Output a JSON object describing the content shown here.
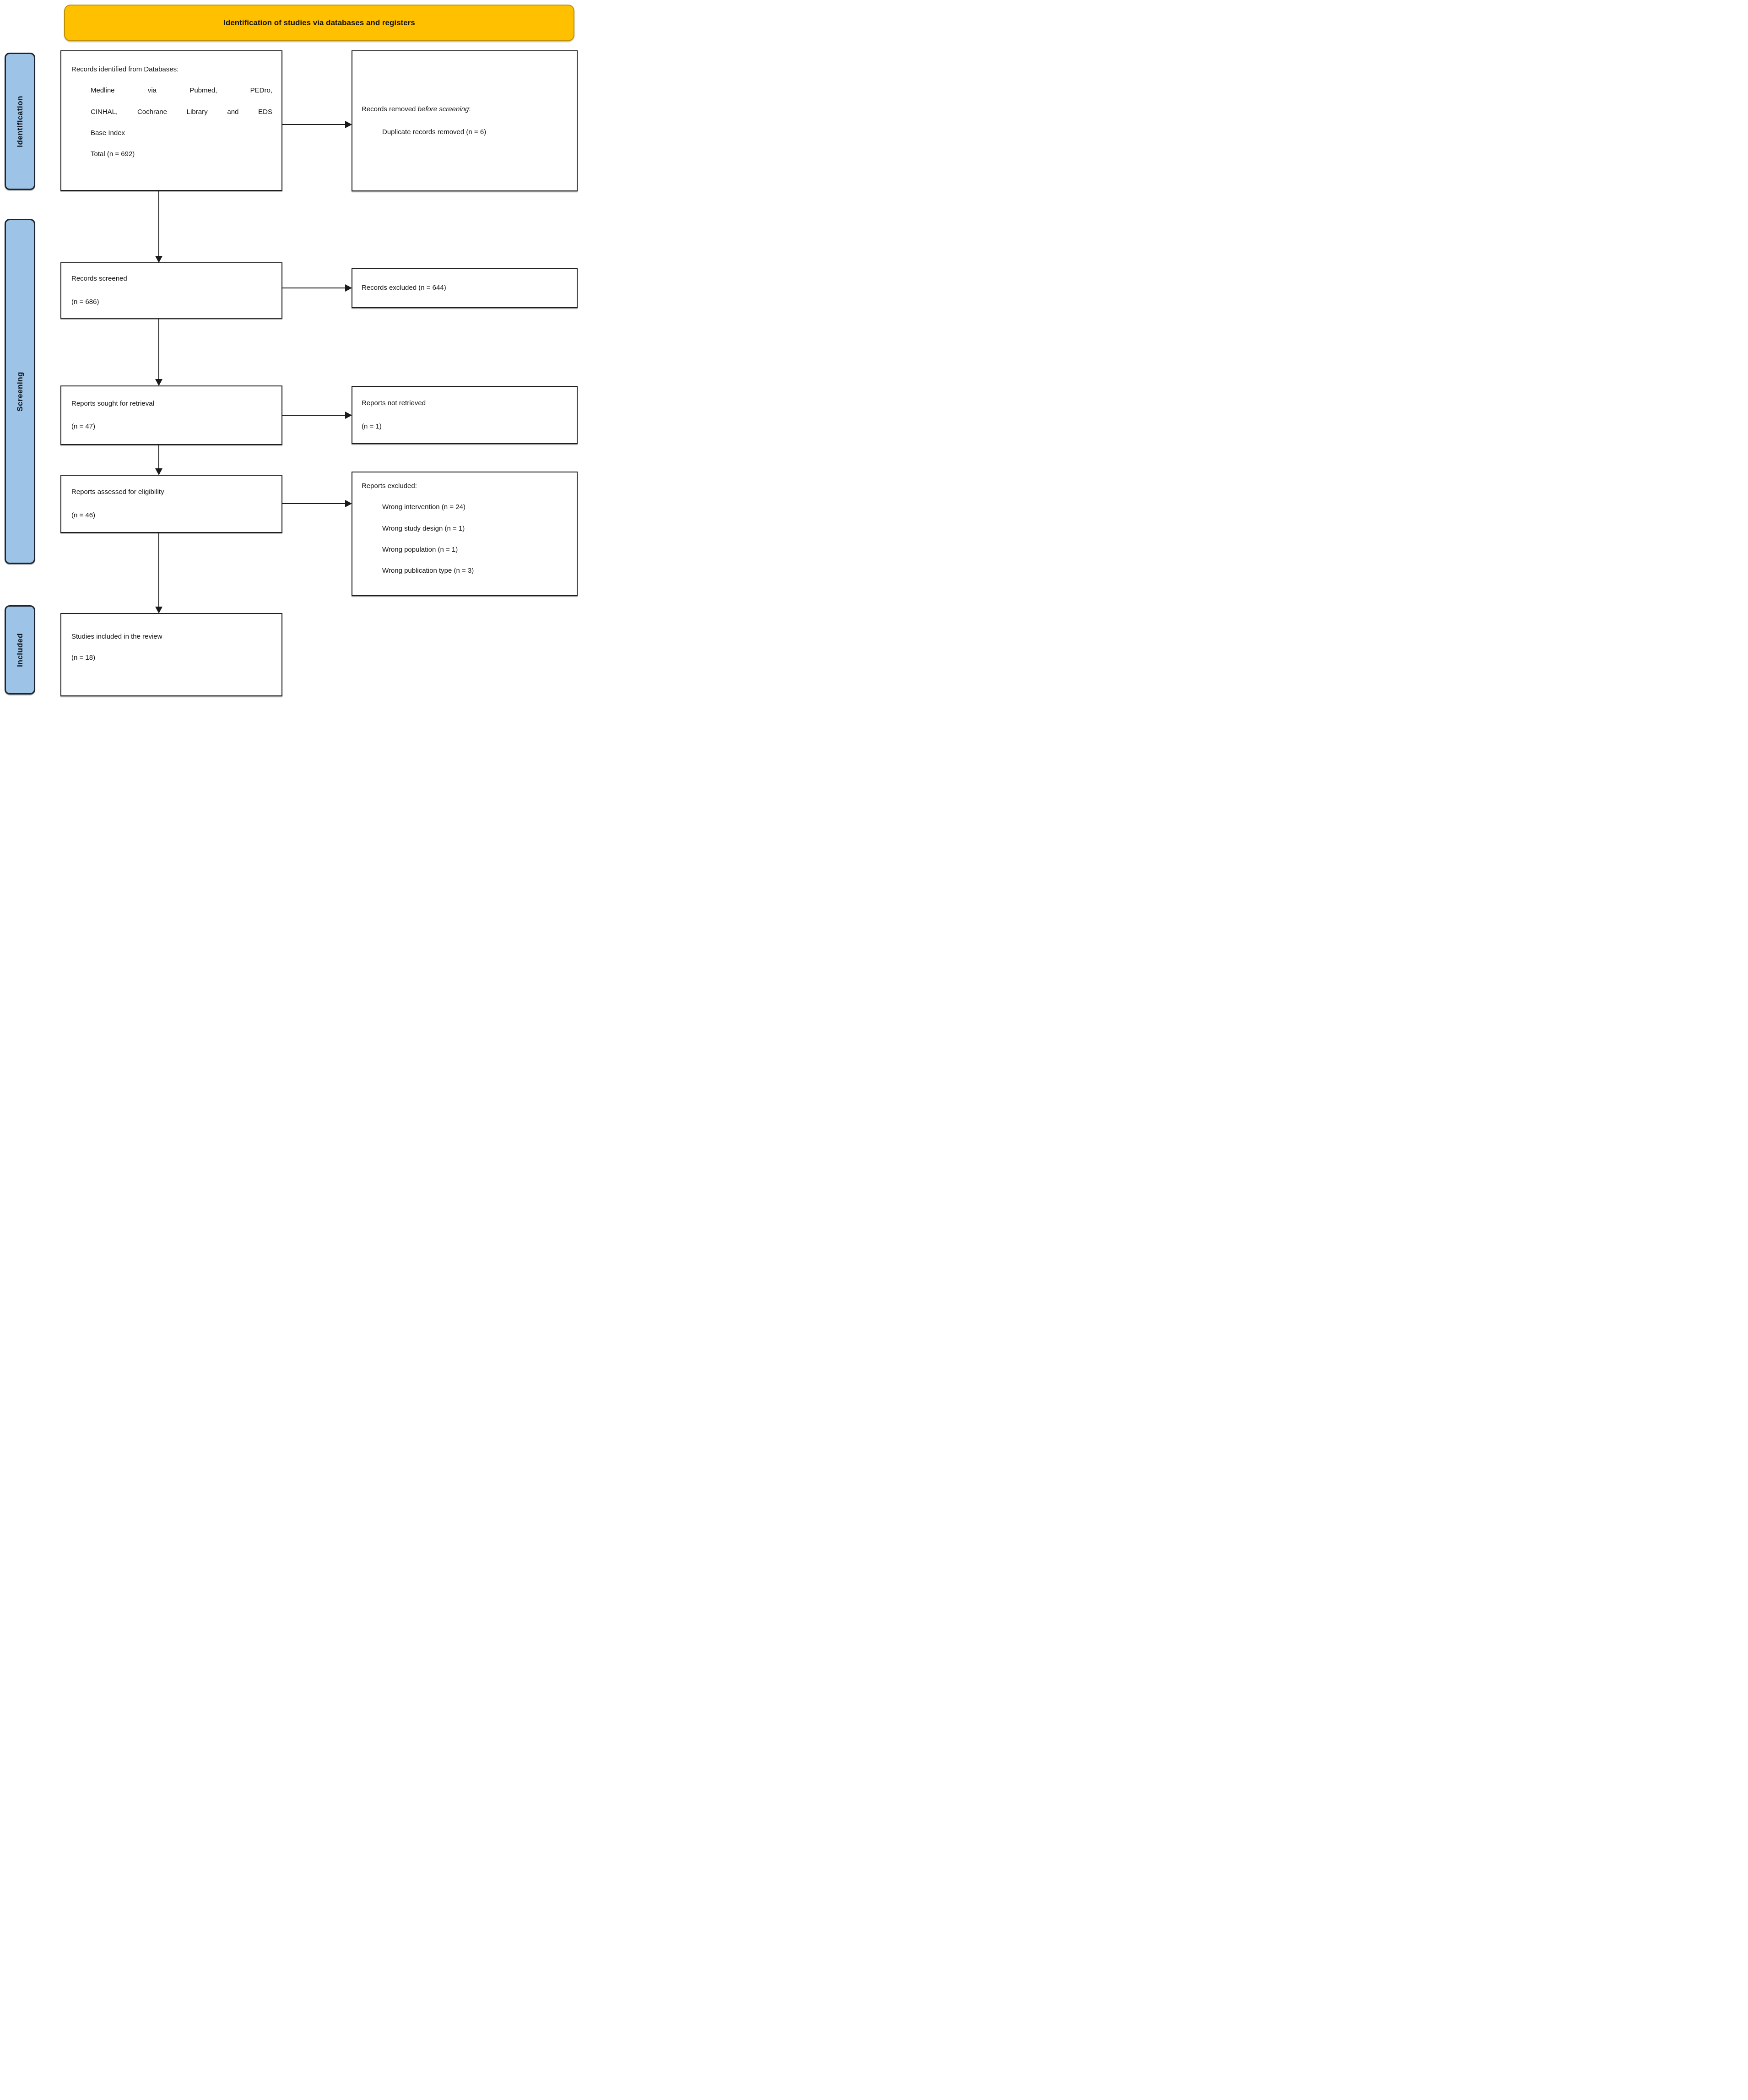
{
  "banner": {
    "title": "Identification of studies via databases and registers"
  },
  "stage_labels": {
    "identification": "Identification",
    "screening": "Screening",
    "included": "Included"
  },
  "boxes": {
    "records_identified": {
      "heading": "Records identified from Databases:",
      "source_line_1": "Medline via Pubmed, PEDro,",
      "source_line_2": "CINHAL, Cochrane Library and EDS",
      "source_line_3": "Base Index",
      "total": "Total (n = 692)"
    },
    "records_removed": {
      "text_prefix": "Records removed ",
      "text_italic": "before screening",
      "text_suffix": ":",
      "detail": "Duplicate records removed (n = 6)"
    },
    "records_screened": {
      "line_1": "Records screened",
      "line_2": "(n = 686)"
    },
    "records_excluded": {
      "line_1": "Records excluded (n = 644)"
    },
    "reports_sought": {
      "line_1": "Reports sought for retrieval",
      "line_2": "(n = 47)"
    },
    "reports_not_retrieved": {
      "line_1": "Reports not retrieved",
      "line_2": "(n = 1)"
    },
    "reports_assessed": {
      "line_1": "Reports assessed for eligibility",
      "line_2": "(n = 46)"
    },
    "reports_excluded": {
      "heading": "Reports excluded:",
      "items": [
        "Wrong intervention (n = 24)",
        "Wrong study design (n = 1)",
        "Wrong population (n = 1)",
        "Wrong publication type (n = 3)"
      ]
    },
    "studies_included": {
      "line_1": "Studies included in the review",
      "line_2": "(n = 18)"
    }
  },
  "colors": {
    "banner_fill": "#FFC000",
    "banner_border": "#BF9000",
    "stage_fill": "#9DC3E6",
    "stage_border": "#1B2430",
    "box_border": "#1F1F1F",
    "arrow": "#1A1A1A"
  }
}
